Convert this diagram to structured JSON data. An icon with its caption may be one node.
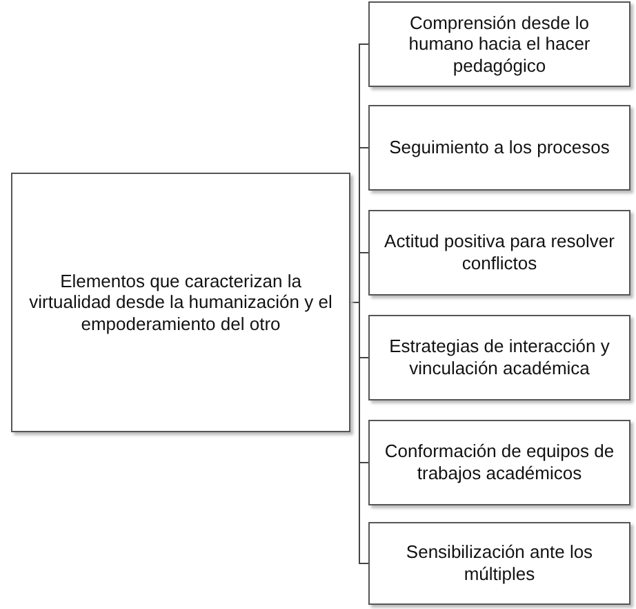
{
  "diagram": {
    "nodes": [
      {
        "text": [
          "Elementos que caracterizan la virtualidad desde la humanización y el empoderamiento del otro"
        ]
      },
      {
        "text": [
          "Comprensión desde lo humano hacia el hacer pedagógico"
        ]
      },
      {
        "text": [
          "Seguimiento a los procesos"
        ]
      },
      {
        "text": [
          "Actitud positiva para resolver conflictos"
        ]
      },
      {
        "text": [
          "Estrategias de interacción y vinculación académica"
        ]
      },
      {
        "text": [
          "Conformación de equipos de trabajos académicos"
        ]
      },
      {
        "text": [
          "Sensibilización ante los múltiples"
        ]
      }
    ],
    "edges": [
      {
        "from": 0,
        "to": 1,
        "arrow": "none"
      },
      {
        "from": 0,
        "to": 2,
        "arrow": "none"
      },
      {
        "from": 0,
        "to": 3,
        "arrow": "none"
      },
      {
        "from": 0,
        "to": 4,
        "arrow": "none"
      },
      {
        "from": 0,
        "to": 5,
        "arrow": "none"
      },
      {
        "from": 0,
        "to": 6,
        "arrow": "none"
      }
    ]
  }
}
